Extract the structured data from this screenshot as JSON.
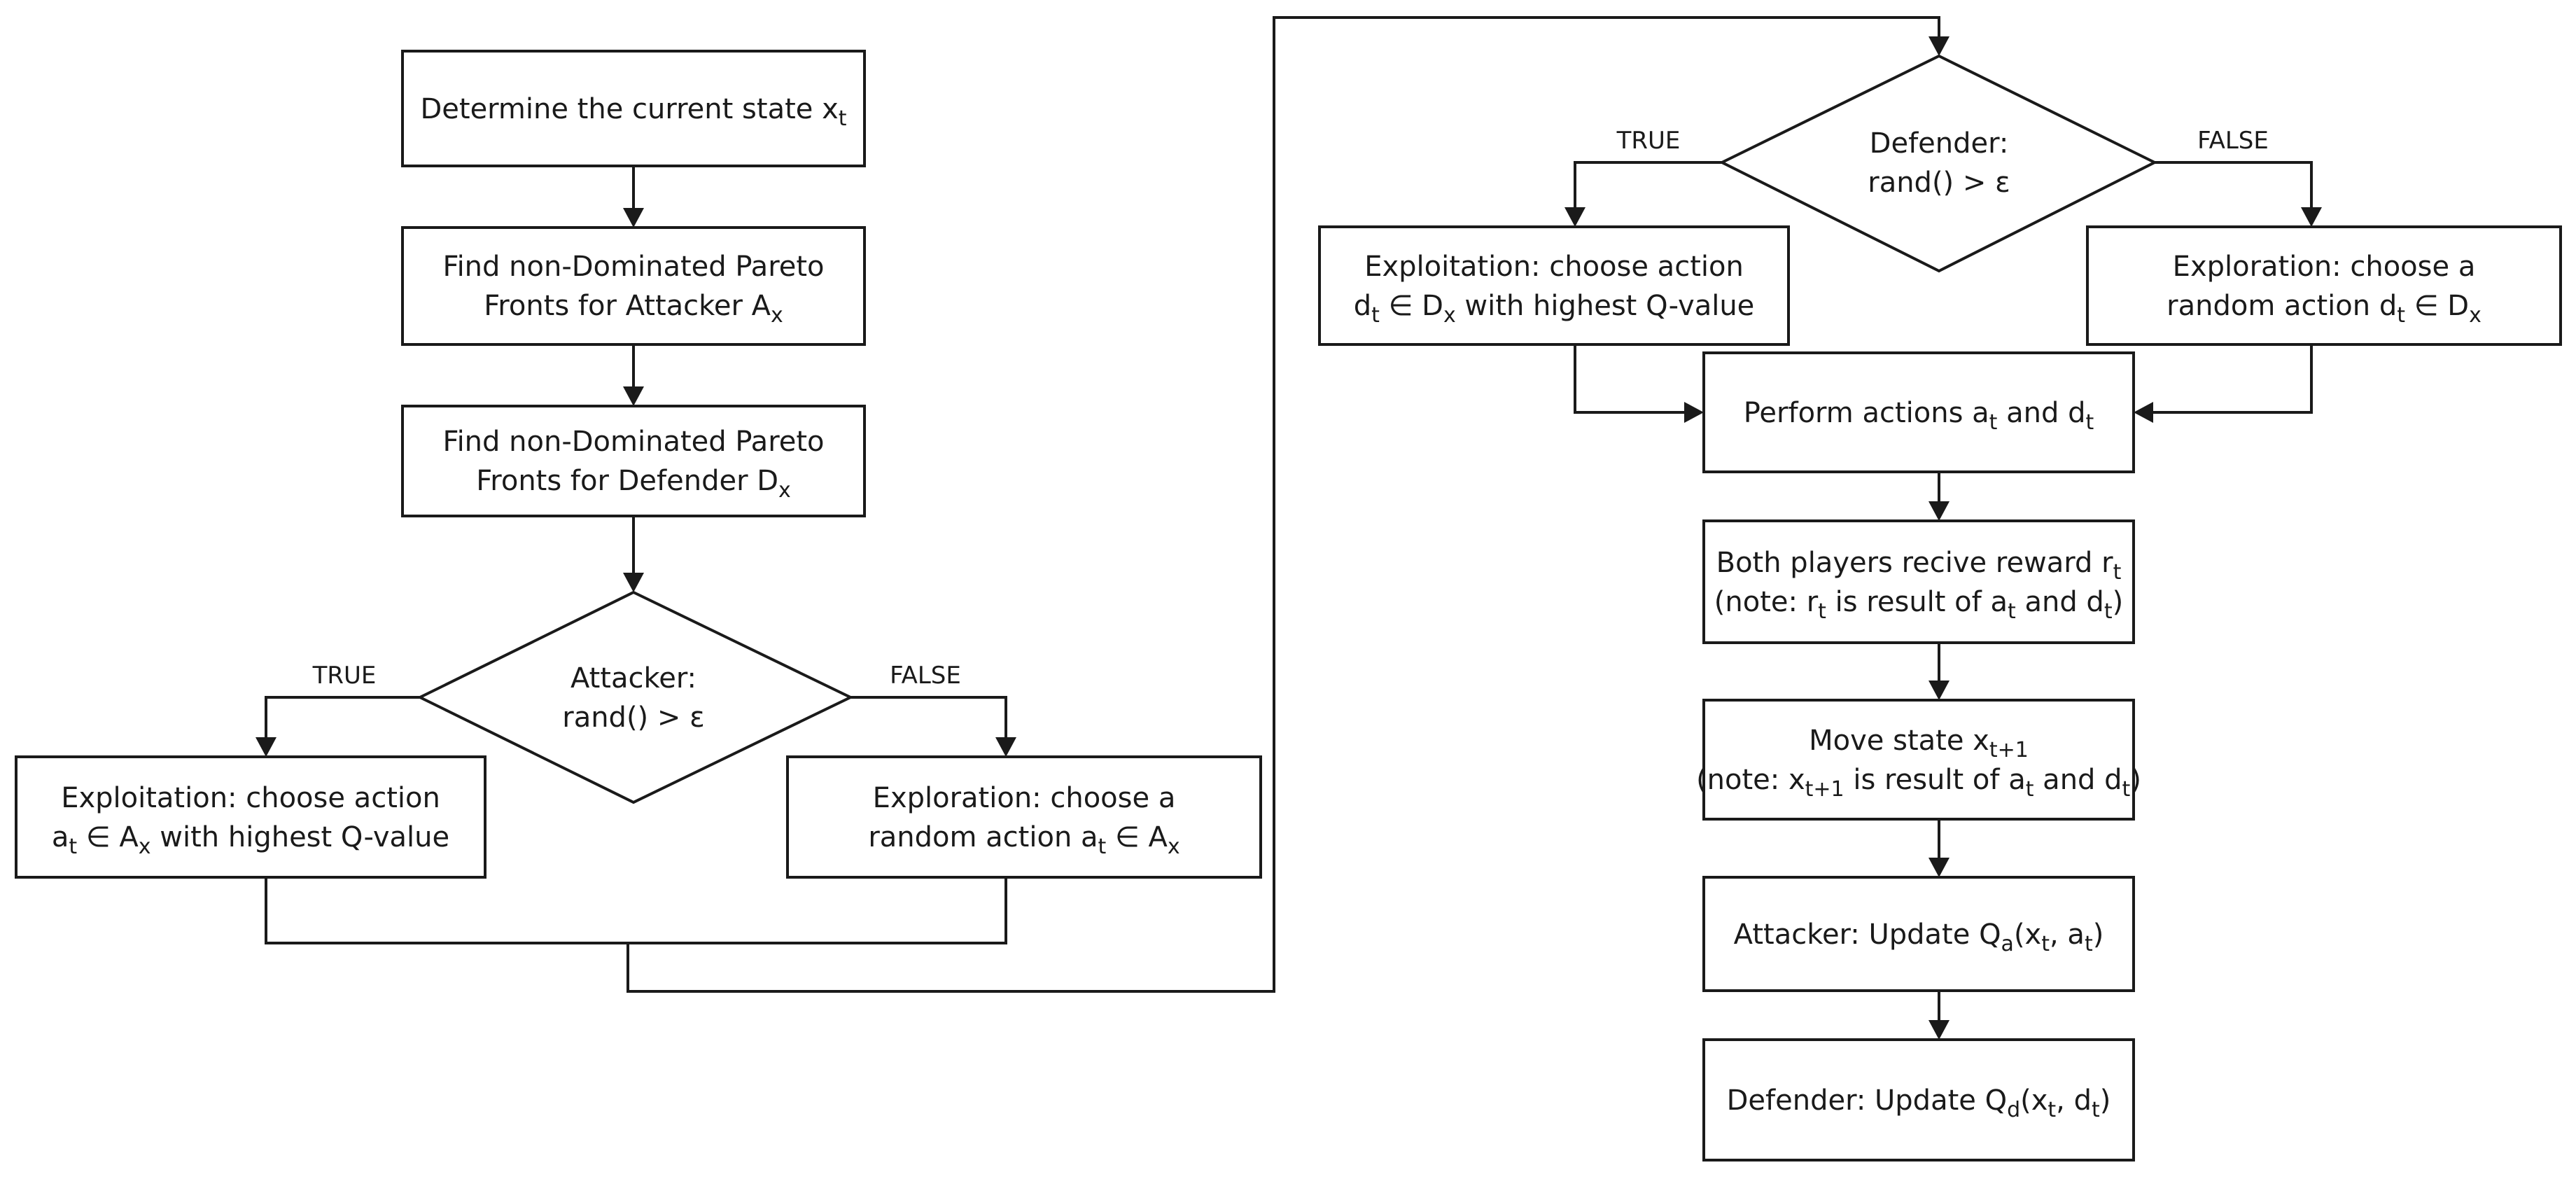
{
  "nodes": {
    "determine_state": {
      "lines": [
        [
          {
            "t": "Determine the current state x"
          },
          {
            "t": "t",
            "sub": true
          }
        ]
      ]
    },
    "pareto_attacker": {
      "lines": [
        [
          {
            "t": "Find non-Dominated Pareto"
          }
        ],
        [
          {
            "t": "Fronts for Attacker A"
          },
          {
            "t": "x",
            "sub": true
          }
        ]
      ]
    },
    "pareto_defender": {
      "lines": [
        [
          {
            "t": "Find non-Dominated Pareto"
          }
        ],
        [
          {
            "t": "Fronts for Defender D"
          },
          {
            "t": "x",
            "sub": true
          }
        ]
      ]
    },
    "attacker_decision": {
      "lines": [
        [
          {
            "t": "Attacker:"
          }
        ],
        [
          {
            "t": "rand() > ε"
          }
        ]
      ]
    },
    "attacker_exploitation": {
      "lines": [
        [
          {
            "t": "Exploitation: choose action"
          }
        ],
        [
          {
            "t": "a"
          },
          {
            "t": "t",
            "sub": true
          },
          {
            "t": " ∈ A"
          },
          {
            "t": "x",
            "sub": true
          },
          {
            "t": " with highest Q-value"
          }
        ]
      ]
    },
    "attacker_exploration": {
      "lines": [
        [
          {
            "t": "Exploration: choose a"
          }
        ],
        [
          {
            "t": "random action a"
          },
          {
            "t": "t",
            "sub": true
          },
          {
            "t": " ∈ A"
          },
          {
            "t": "x",
            "sub": true
          }
        ]
      ]
    },
    "defender_decision": {
      "lines": [
        [
          {
            "t": "Defender:"
          }
        ],
        [
          {
            "t": "rand() > ε"
          }
        ]
      ]
    },
    "defender_exploitation": {
      "lines": [
        [
          {
            "t": "Exploitation: choose action"
          }
        ],
        [
          {
            "t": "d"
          },
          {
            "t": "t",
            "sub": true
          },
          {
            "t": " ∈ D"
          },
          {
            "t": "x",
            "sub": true
          },
          {
            "t": " with highest Q-value"
          }
        ]
      ]
    },
    "defender_exploration": {
      "lines": [
        [
          {
            "t": "Exploration: choose a"
          }
        ],
        [
          {
            "t": "random action d"
          },
          {
            "t": "t",
            "sub": true
          },
          {
            "t": " ∈ D"
          },
          {
            "t": "x",
            "sub": true
          }
        ]
      ]
    },
    "perform_actions": {
      "lines": [
        [
          {
            "t": "Perform actions a"
          },
          {
            "t": "t",
            "sub": true
          },
          {
            "t": " and d"
          },
          {
            "t": "t",
            "sub": true
          }
        ]
      ]
    },
    "receive_reward": {
      "lines": [
        [
          {
            "t": "Both players recive reward r"
          },
          {
            "t": "t",
            "sub": true
          }
        ],
        [
          {
            "t": "(note: r"
          },
          {
            "t": "t",
            "sub": true
          },
          {
            "t": " is result of a"
          },
          {
            "t": "t",
            "sub": true
          },
          {
            "t": " and d"
          },
          {
            "t": "t",
            "sub": true
          },
          {
            "t": ")"
          }
        ]
      ]
    },
    "move_state": {
      "lines": [
        [
          {
            "t": "Move state x"
          },
          {
            "t": "t+1",
            "sub": true
          }
        ],
        [
          {
            "t": "(note: x"
          },
          {
            "t": "t+1",
            "sub": true
          },
          {
            "t": " is result of a"
          },
          {
            "t": "t",
            "sub": true
          },
          {
            "t": " and d"
          },
          {
            "t": "t",
            "sub": true
          },
          {
            "t": ")"
          }
        ]
      ]
    },
    "update_attacker": {
      "lines": [
        [
          {
            "t": "Attacker: Update Q"
          },
          {
            "t": "a",
            "sub": true
          },
          {
            "t": "(x"
          },
          {
            "t": "t",
            "sub": true
          },
          {
            "t": ", a"
          },
          {
            "t": "t",
            "sub": true
          },
          {
            "t": ")"
          }
        ]
      ]
    },
    "update_defender": {
      "lines": [
        [
          {
            "t": "Defender: Update Q"
          },
          {
            "t": "d",
            "sub": true
          },
          {
            "t": "(x"
          },
          {
            "t": "t",
            "sub": true
          },
          {
            "t": ", d"
          },
          {
            "t": "t",
            "sub": true
          },
          {
            "t": ")"
          }
        ]
      ]
    }
  },
  "branch_labels": {
    "attacker_true": "TRUE",
    "attacker_false": "FALSE",
    "defender_true": "TRUE",
    "defender_false": "FALSE"
  },
  "colors": {
    "stroke": "#1a1a1a",
    "fill": "#ffffff"
  }
}
